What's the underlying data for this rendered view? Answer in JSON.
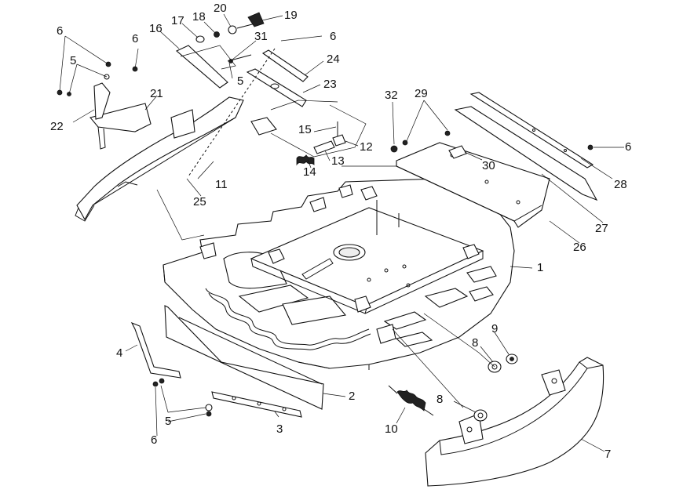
{
  "diagram": {
    "labels": {
      "l1": "1",
      "l2": "2",
      "l3": "3",
      "l4": "4",
      "l5a": "5",
      "l5b": "5",
      "l5c": "5",
      "l6a": "6",
      "l6b": "6",
      "l6c": "6",
      "l6d": "6",
      "l6e": "6",
      "l7": "7",
      "l8a": "8",
      "l8b": "8",
      "l9": "9",
      "l10": "10",
      "l11": "11",
      "l12": "12",
      "l13": "13",
      "l14": "14",
      "l15": "15",
      "l16": "16",
      "l17": "17",
      "l18": "18",
      "l19": "19",
      "l20": "20",
      "l21": "21",
      "l22": "22",
      "l23": "23",
      "l24": "24",
      "l25": "25",
      "l26": "26",
      "l27": "27",
      "l28": "28",
      "l29": "29",
      "l30": "30",
      "l31": "31",
      "l32": "32"
    }
  }
}
